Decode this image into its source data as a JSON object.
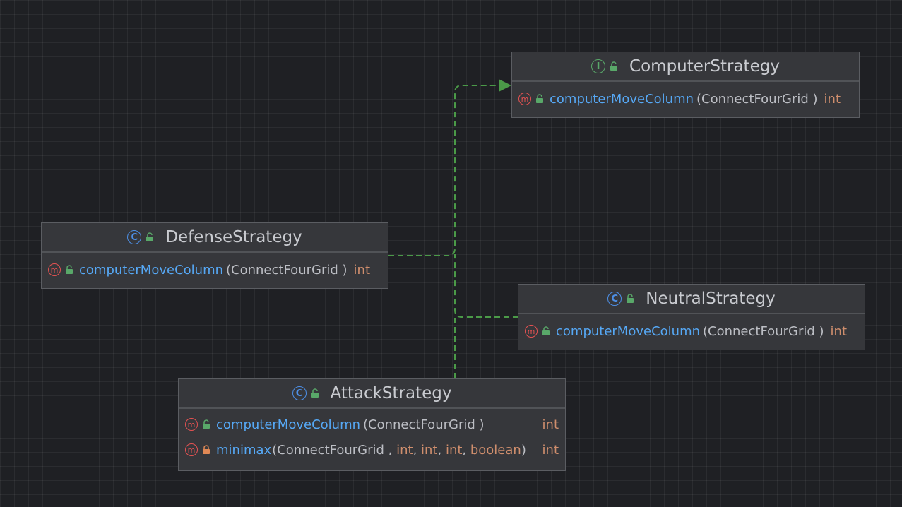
{
  "colors": {
    "background": "#1f2024",
    "node_fill": "#36373b",
    "edge": "#4b9a48",
    "method_name": "#56a8f5",
    "type_keyword": "#cf8e6d",
    "class_icon": "#4d8fe6",
    "interface_icon": "#59a869",
    "method_icon": "#e55252"
  },
  "nodes": {
    "computer_strategy": {
      "name": "ComputerStrategy",
      "kind": "interface",
      "kind_icon": "interface-icon",
      "kind_letter": "I",
      "members": [
        {
          "icon": "method-icon",
          "letter": "m",
          "visibility": "public",
          "name": "computerMoveColumn",
          "params": "(ConnectFourGrid )",
          "returns": "int"
        }
      ]
    },
    "defense_strategy": {
      "name": "DefenseStrategy",
      "kind": "class",
      "kind_icon": "class-icon",
      "kind_letter": "C",
      "members": [
        {
          "icon": "method-icon",
          "letter": "m",
          "visibility": "public",
          "name": "computerMoveColumn",
          "params": "(ConnectFourGrid )",
          "returns": "int"
        }
      ]
    },
    "neutral_strategy": {
      "name": "NeutralStrategy",
      "kind": "class",
      "kind_icon": "class-icon",
      "kind_letter": "C",
      "members": [
        {
          "icon": "method-icon",
          "letter": "m",
          "visibility": "public",
          "name": "computerMoveColumn",
          "params": "(ConnectFourGrid )",
          "returns": "int"
        }
      ]
    },
    "attack_strategy": {
      "name": "AttackStrategy",
      "kind": "class",
      "kind_icon": "class-icon",
      "kind_letter": "C",
      "members": [
        {
          "icon": "method-icon",
          "letter": "m",
          "visibility": "public",
          "name": "computerMoveColumn",
          "params": "(ConnectFourGrid )",
          "returns": "int"
        },
        {
          "icon": "method-icon",
          "letter": "m",
          "visibility": "private",
          "name": "minimax",
          "param_parts": [
            {
              "text": "(ConnectFourGrid , ",
              "kind": "punct"
            },
            {
              "text": "int",
              "kind": "type"
            },
            {
              "text": ", ",
              "kind": "punct"
            },
            {
              "text": "int",
              "kind": "type"
            },
            {
              "text": ", ",
              "kind": "punct"
            },
            {
              "text": "int",
              "kind": "type"
            },
            {
              "text": ", ",
              "kind": "punct"
            },
            {
              "text": "boolean",
              "kind": "type"
            },
            {
              "text": ")",
              "kind": "punct"
            }
          ],
          "returns": "int"
        }
      ]
    }
  },
  "edges": [
    {
      "from": "DefenseStrategy",
      "to": "ComputerStrategy",
      "relation": "implements",
      "style": "dashed"
    },
    {
      "from": "NeutralStrategy",
      "to": "ComputerStrategy",
      "relation": "implements",
      "style": "dashed"
    },
    {
      "from": "AttackStrategy",
      "to": "ComputerStrategy",
      "relation": "implements",
      "style": "dashed"
    }
  ]
}
